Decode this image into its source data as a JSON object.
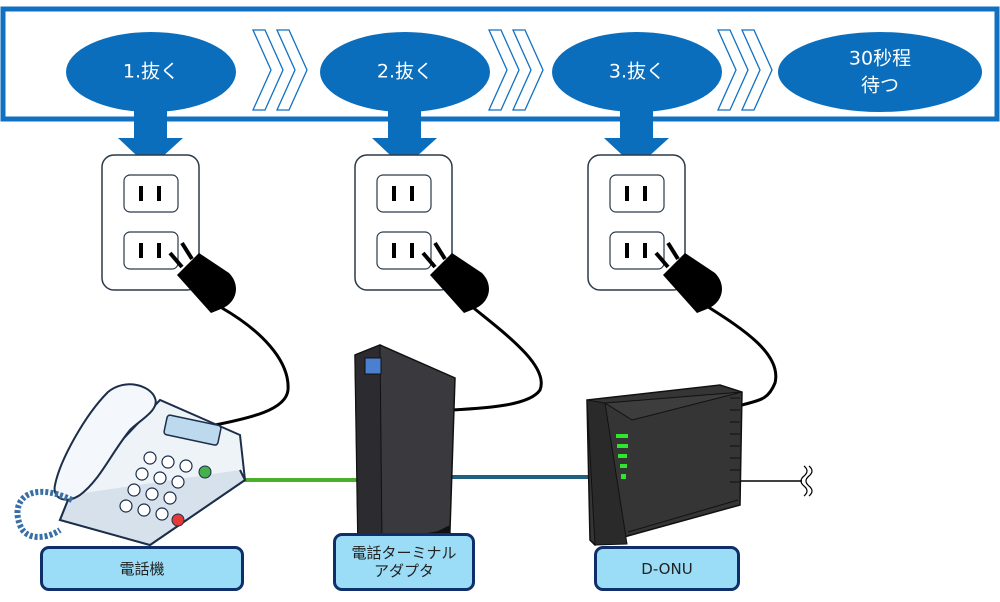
{
  "colors": {
    "primary_blue": "#0a6ebd",
    "frame_border": "#1071c2",
    "label_fill": "#9bdcf6",
    "label_border": "#0f2f6a",
    "green_cable": "#4caf2a",
    "blue_cable": "#1f5f80",
    "device_dark": "#333333",
    "led_green": "#2ee62e",
    "indicator_blue": "#4b7fcf"
  },
  "steps": [
    {
      "label": "1.抜く",
      "icon": "down-arrow-icon"
    },
    {
      "label": "2.抜く",
      "icon": "down-arrow-icon"
    },
    {
      "label": "3.抜く",
      "icon": "down-arrow-icon"
    },
    {
      "label_line1": "30秒程",
      "label_line2": "待つ"
    }
  ],
  "connectors": [
    "chevron-double-right-icon",
    "chevron-double-right-icon",
    "chevron-double-right-icon"
  ],
  "devices": [
    {
      "name": "telephone",
      "label": "電話機"
    },
    {
      "name": "terminal-adapter",
      "label_line1": "電話ターミナル",
      "label_line2": "アダプタ"
    },
    {
      "name": "d-onu",
      "label": "D-ONU"
    }
  ],
  "outlets": [
    {
      "icon": "power-outlet-icon",
      "plug_icon": "power-plug-icon"
    },
    {
      "icon": "power-outlet-icon",
      "plug_icon": "power-plug-icon"
    },
    {
      "icon": "power-outlet-icon",
      "plug_icon": "power-plug-icon"
    }
  ],
  "line_break_icon": "wavy-break-icon"
}
